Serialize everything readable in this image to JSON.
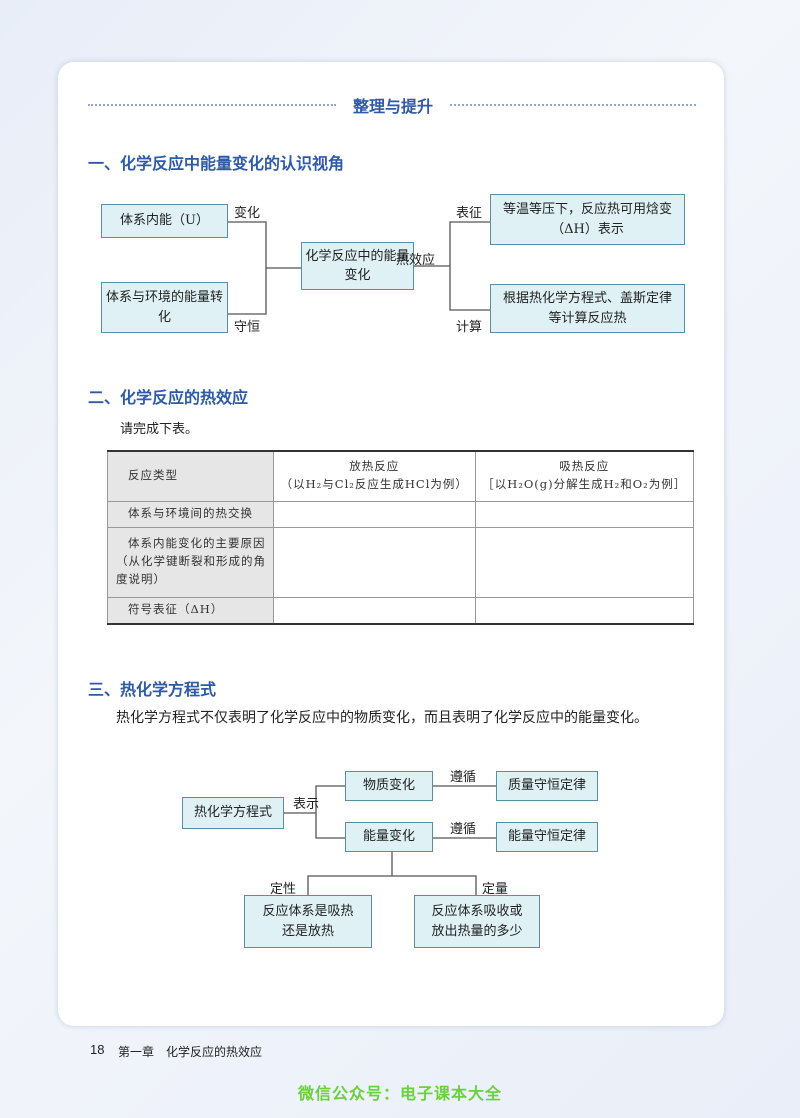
{
  "header": {
    "title": "整理与提升"
  },
  "section1": {
    "title": "一、化学反应中能量变化的认识视角",
    "box_internal_energy": "体系内能（U）",
    "box_energy_transfer": "体系与环境的能量转化",
    "box_center": "化学反应中的能量变化",
    "box_enthalpy": "等温等压下，反应热可用焓变（ΔH）表示",
    "box_calc": "根据热化学方程式、盖斯定律等计算反应热",
    "label_change": "变化",
    "label_conserve": "守恒",
    "label_heat_effect": "热效应",
    "label_represent": "表征",
    "label_calculate": "计算"
  },
  "section2": {
    "title": "二、化学反应的热效应",
    "instruction": "请完成下表。",
    "table": {
      "header_type": "反应类型",
      "exo_title": "放热反应",
      "exo_sub": "（以H₂与Cl₂反应生成HCl为例）",
      "endo_title": "吸热反应",
      "endo_sub": "［以H₂O(g)分解生成H₂和O₂为例］",
      "row1": "体系与环境间的热交换",
      "row2": "体系内能变化的主要原因（从化学键断裂和形成的角度说明）",
      "row3": "符号表征（ΔH）"
    }
  },
  "section3": {
    "title": "三、热化学方程式",
    "paragraph": "热化学方程式不仅表明了化学反应中的物质变化，而且表明了化学反应中的能量变化。",
    "box_equation": "热化学方程式",
    "box_matter": "物质变化",
    "box_energy": "能量变化",
    "box_mass_law": "质量守恒定律",
    "box_energy_law": "能量守恒定律",
    "box_qualitative": "反应体系是吸热还是放热",
    "box_quantitative": "反应体系吸收或放出热量的多少",
    "label_show": "表示",
    "label_follow1": "遵循",
    "label_follow2": "遵循",
    "label_qualitative": "定性",
    "label_quantitative": "定量"
  },
  "footer": {
    "page_number": "18",
    "chapter": "第一章　化学反应的热效应",
    "wechat": "微信公众号：电子课本大全"
  },
  "colors": {
    "title_blue": "#2e5aa8",
    "box_fill": "#dff1f5",
    "box_border": "#5a8fa3",
    "wechat_green": "#6ad13a"
  }
}
